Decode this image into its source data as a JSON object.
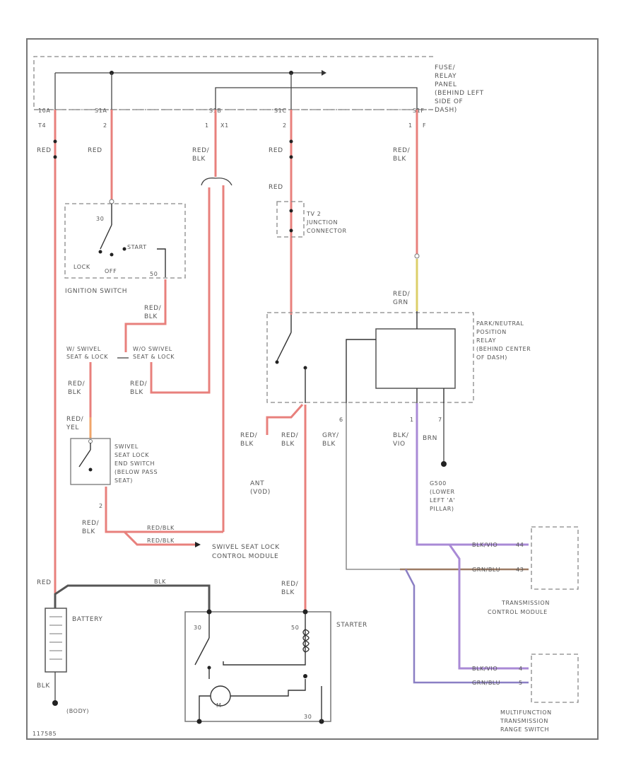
{
  "labels": {
    "fuse_relay_panel": [
      "FUSE/",
      "RELAY",
      "PANEL",
      "(BEHIND LEFT",
      "SIDE OF",
      "DASH)"
    ],
    "fuse_a": "10A",
    "fuse_b": "S1A",
    "fuse_c": "S1B",
    "fuse_d": "S1C",
    "fuse_e": "S1F",
    "pin_t4": "T4",
    "pin_2a": "2",
    "pin_1a": "1",
    "pin_x1": "X1",
    "pin_2b": "2",
    "pin_1b": "1",
    "pin_f": "F",
    "red1": "RED",
    "red2": "RED",
    "redblk1": [
      "RED/",
      "BLK"
    ],
    "red3": "RED",
    "redblk2": [
      "RED/",
      "BLK"
    ],
    "red4": "RED",
    "tv2": [
      "TV 2",
      "JUNCTION",
      "CONNECTOR"
    ],
    "ign_30": "30",
    "ign_start": "START",
    "ign_lock": "LOCK",
    "ign_off": "OFF",
    "ign_50": "50",
    "ignition_switch": "IGNITION SWITCH",
    "redblk3": [
      "RED/",
      "BLK"
    ],
    "swivel_left": [
      "W/ SWIVEL",
      "SEAT & LOCK"
    ],
    "swivel_right": [
      "W/O SWIVEL",
      "SEAT & LOCK"
    ],
    "redblk4": [
      "RED/",
      "BLK"
    ],
    "redblk5": [
      "RED/",
      "BLK"
    ],
    "redyel": [
      "RED/",
      "YEL"
    ],
    "swivel_switch": [
      "SWIVEL",
      "SEAT LOCK",
      "END SWITCH",
      "(BELOW PASS",
      "SEAT)"
    ],
    "pin_2c": "2",
    "redblk6": [
      "RED/",
      "BLK"
    ],
    "wire_redblk_a": "RED/BLK",
    "wire_redblk_b": "RED/BLK",
    "swivel_module": [
      "SWIVEL SEAT LOCK",
      "CONTROL MODULE"
    ],
    "redgrn": [
      "RED/",
      "GRN"
    ],
    "park_relay": [
      "PARK/NEUTRAL",
      "POSITION",
      "RELAY",
      "(BEHIND CENTER",
      "OF DASH)"
    ],
    "redblk7": [
      "RED/",
      "BLK"
    ],
    "redblk8": [
      "RED/",
      "BLK"
    ],
    "anti_theft": [
      "ANT",
      "(V0D)"
    ],
    "pin_6": "6",
    "grnblk": [
      "GRY/",
      "BLK"
    ],
    "pin_1c": "1",
    "blkvio": [
      "BLK/",
      "VIO"
    ],
    "pin_7": "7",
    "brn": "BRN",
    "g500": [
      "G500",
      "(LOWER",
      "LEFT 'A'",
      "PILLAR)"
    ],
    "red5": "RED",
    "blk_top": "BLK",
    "wire_blkvio_a": "BLK/VIO",
    "wire_grnblu_a": "GRN/BLU",
    "pin_44": "44",
    "pin_43": "43",
    "tcm": [
      "TRANSMISSION",
      "CONTROL MODULE"
    ],
    "redblk9": [
      "RED/",
      "BLK"
    ],
    "battery": "BATTERY",
    "starter": "STARTER",
    "st_30a": "30",
    "st_50": "50",
    "st_30b": "30",
    "st_m": "M",
    "blk_bottom": "BLK",
    "body": "(BODY)",
    "wire_blkvio_b": "BLK/VIO",
    "wire_grnblu_b": "GRN/BLU",
    "pin_4": "4",
    "pin_5": "5",
    "mfrs": [
      "MULTIFUNCTION",
      "TRANSMISSION",
      "RANGE SWITCH"
    ],
    "id": "117585"
  }
}
